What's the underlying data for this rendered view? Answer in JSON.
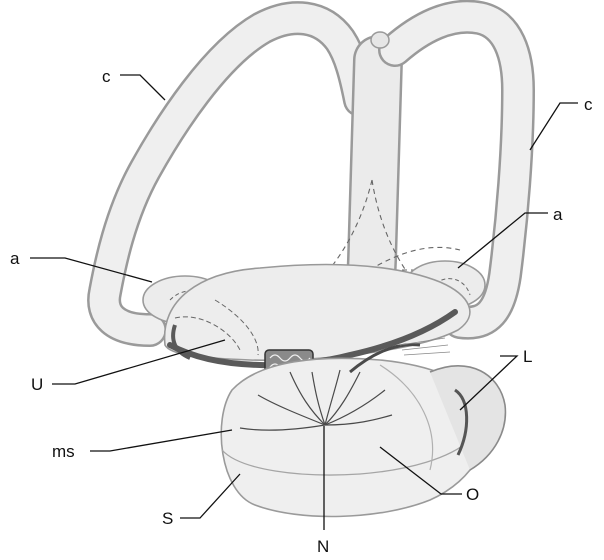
{
  "figure": {
    "labels": {
      "c_left": "c",
      "c_right": "c",
      "a_left": "a",
      "a_right": "a",
      "U": "U",
      "L": "L",
      "ms": "ms",
      "S": "S",
      "O": "O",
      "N": "N"
    }
  }
}
